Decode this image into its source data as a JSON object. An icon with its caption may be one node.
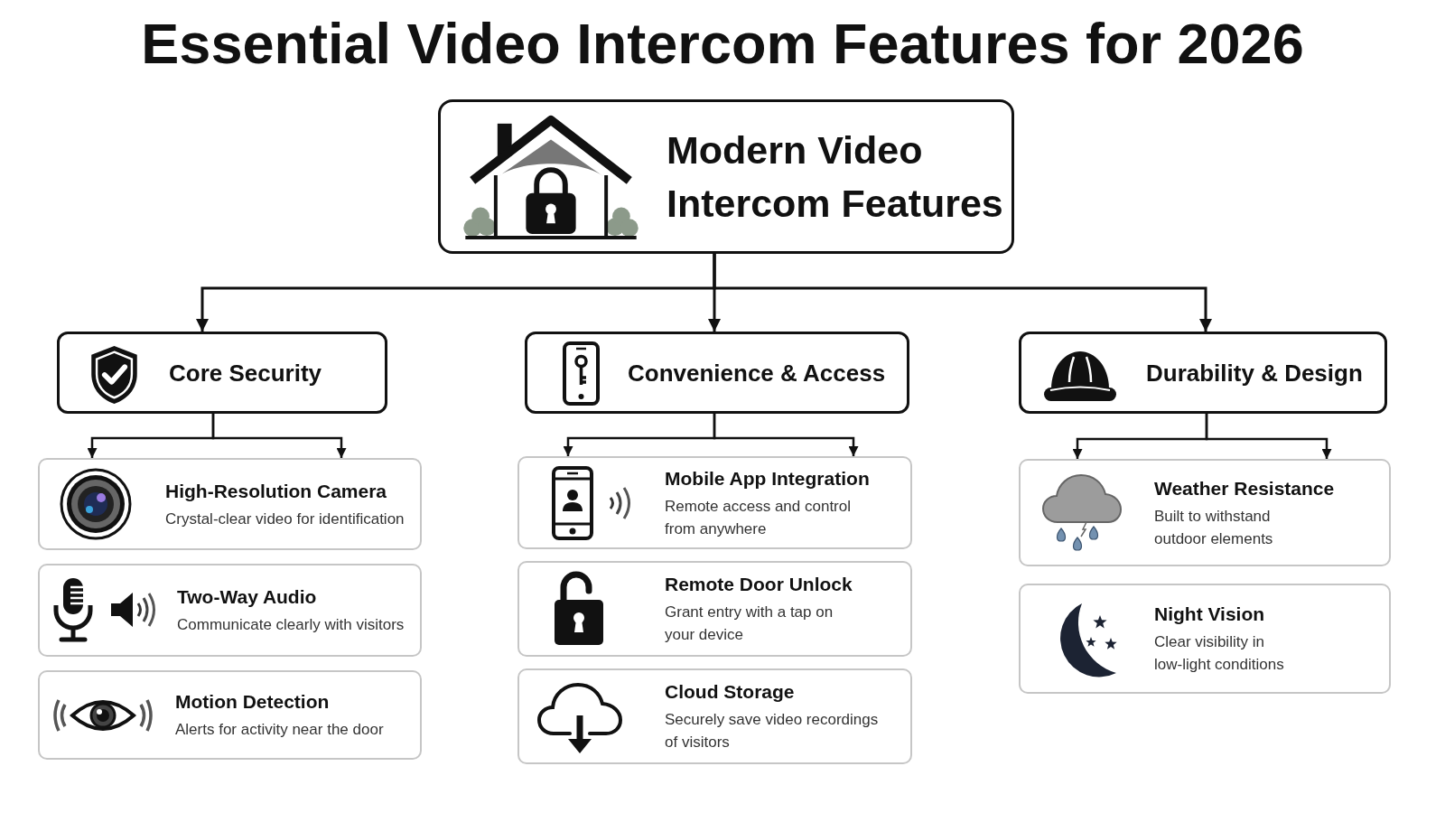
{
  "diagram": {
    "title": "Essential Video Intercom Features for 2026",
    "nodes": [
      {
        "text": [
          "Modern Video Intercom Features"
        ]
      },
      {
        "text": [
          "Core Security"
        ]
      },
      {
        "text": [
          "Convenience & Access"
        ]
      },
      {
        "text": [
          "Durability & Design"
        ]
      },
      {
        "text": [
          "High-Resolution Camera",
          "Crystal-clear video for identification"
        ]
      },
      {
        "text": [
          "Two-Way Audio",
          "Communicate clearly with visitors"
        ]
      },
      {
        "text": [
          "Motion Detection",
          "Alerts for activity near the door"
        ]
      },
      {
        "text": [
          "Mobile App Integration",
          "Remote access and control from anywhere"
        ]
      },
      {
        "text": [
          "Remote Door Unlock",
          "Grant entry with a tap on your device"
        ]
      },
      {
        "text": [
          "Cloud Storage",
          "Securely save video recordings of visitors"
        ]
      },
      {
        "text": [
          "Weather Resistance",
          "Built to withstand outdoor elements"
        ]
      },
      {
        "text": [
          "Night Vision",
          "Clear visibility in low-light conditions"
        ]
      }
    ],
    "edges": [
      {
        "from": 0,
        "to": 1,
        "arrow": "to"
      },
      {
        "from": 0,
        "to": 2,
        "arrow": "to"
      },
      {
        "from": 0,
        "to": 3,
        "arrow": "to"
      },
      {
        "from": 1,
        "to": 4,
        "arrow": "to"
      },
      {
        "from": 1,
        "to": 4,
        "arrow": "to"
      },
      {
        "from": 2,
        "to": 7,
        "arrow": "to"
      },
      {
        "from": 2,
        "to": 7,
        "arrow": "to"
      },
      {
        "from": 3,
        "to": 10,
        "arrow": "to"
      },
      {
        "from": 3,
        "to": 10,
        "arrow": "to"
      }
    ]
  }
}
